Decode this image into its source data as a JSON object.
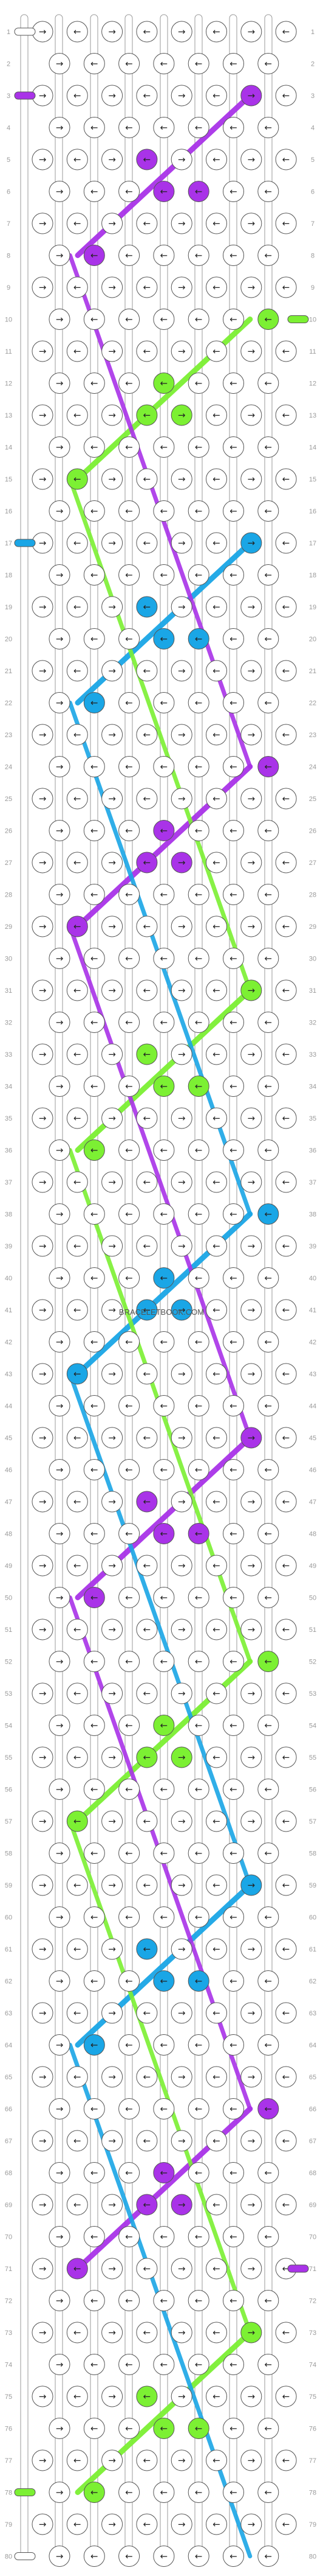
{
  "pattern": {
    "watermark": "BRACELETBOOK.COM",
    "rows": 80,
    "strands": 8,
    "colors": {
      "white": "#ffffff",
      "purple": "#a933e8",
      "green": "#7cf033",
      "blue": "#1aa6e6",
      "outline": "#555555",
      "strand_border": "#999999"
    },
    "start_strands": [
      {
        "row": 1,
        "color": "white"
      },
      {
        "row": 3,
        "color": "purple"
      },
      {
        "row": 10,
        "color": "green"
      },
      {
        "row": 17,
        "color": "blue"
      },
      {
        "row": 71,
        "color": "purple"
      },
      {
        "row": 78,
        "color": "green"
      },
      {
        "row": 80,
        "color": "white"
      }
    ],
    "knots": [
      {
        "row": 3,
        "pos": 7,
        "c": "purple"
      },
      {
        "row": 5,
        "pos": 4,
        "c": "purple"
      },
      {
        "row": 6,
        "pos": 4,
        "c": "purple"
      },
      {
        "row": 6,
        "pos": 5,
        "c": "purple"
      },
      {
        "row": 8,
        "pos": 2,
        "c": "purple"
      },
      {
        "row": 10,
        "pos": 7,
        "c": "green"
      },
      {
        "row": 12,
        "pos": 4,
        "c": "green"
      },
      {
        "row": 13,
        "pos": 4,
        "c": "green"
      },
      {
        "row": 13,
        "pos": 5,
        "c": "green"
      },
      {
        "row": 15,
        "pos": 2,
        "c": "green"
      },
      {
        "row": 17,
        "pos": 7,
        "c": "blue"
      },
      {
        "row": 19,
        "pos": 4,
        "c": "blue"
      },
      {
        "row": 20,
        "pos": 4,
        "c": "blue"
      },
      {
        "row": 20,
        "pos": 5,
        "c": "blue"
      },
      {
        "row": 22,
        "pos": 2,
        "c": "blue"
      },
      {
        "row": 24,
        "pos": 7,
        "c": "purple"
      },
      {
        "row": 26,
        "pos": 4,
        "c": "purple"
      },
      {
        "row": 27,
        "pos": 4,
        "c": "purple"
      },
      {
        "row": 27,
        "pos": 5,
        "c": "purple"
      },
      {
        "row": 29,
        "pos": 2,
        "c": "purple"
      },
      {
        "row": 31,
        "pos": 7,
        "c": "green"
      },
      {
        "row": 33,
        "pos": 4,
        "c": "green"
      },
      {
        "row": 34,
        "pos": 4,
        "c": "green"
      },
      {
        "row": 34,
        "pos": 5,
        "c": "green"
      },
      {
        "row": 36,
        "pos": 2,
        "c": "green"
      },
      {
        "row": 38,
        "pos": 7,
        "c": "blue"
      },
      {
        "row": 40,
        "pos": 4,
        "c": "blue"
      },
      {
        "row": 41,
        "pos": 4,
        "c": "blue"
      },
      {
        "row": 41,
        "pos": 5,
        "c": "blue"
      },
      {
        "row": 43,
        "pos": 2,
        "c": "blue"
      },
      {
        "row": 45,
        "pos": 7,
        "c": "purple"
      },
      {
        "row": 47,
        "pos": 4,
        "c": "purple"
      },
      {
        "row": 48,
        "pos": 4,
        "c": "purple"
      },
      {
        "row": 48,
        "pos": 5,
        "c": "purple"
      },
      {
        "row": 50,
        "pos": 2,
        "c": "purple"
      },
      {
        "row": 52,
        "pos": 7,
        "c": "green"
      },
      {
        "row": 54,
        "pos": 4,
        "c": "green"
      },
      {
        "row": 55,
        "pos": 4,
        "c": "green"
      },
      {
        "row": 55,
        "pos": 5,
        "c": "green"
      },
      {
        "row": 57,
        "pos": 2,
        "c": "green"
      },
      {
        "row": 59,
        "pos": 7,
        "c": "blue"
      },
      {
        "row": 61,
        "pos": 4,
        "c": "blue"
      },
      {
        "row": 62,
        "pos": 4,
        "c": "blue"
      },
      {
        "row": 62,
        "pos": 5,
        "c": "blue"
      },
      {
        "row": 64,
        "pos": 2,
        "c": "blue"
      },
      {
        "row": 66,
        "pos": 7,
        "c": "purple"
      },
      {
        "row": 68,
        "pos": 4,
        "c": "purple"
      },
      {
        "row": 69,
        "pos": 4,
        "c": "purple"
      },
      {
        "row": 69,
        "pos": 5,
        "c": "purple"
      },
      {
        "row": 71,
        "pos": 2,
        "c": "purple"
      },
      {
        "row": 73,
        "pos": 7,
        "c": "green"
      },
      {
        "row": 75,
        "pos": 4,
        "c": "green"
      },
      {
        "row": 76,
        "pos": 4,
        "c": "green"
      },
      {
        "row": 76,
        "pos": 5,
        "c": "green"
      },
      {
        "row": 78,
        "pos": 2,
        "c": "green"
      }
    ],
    "diagonals": [
      {
        "from_row": 3,
        "to_row": 8,
        "c": "purple"
      },
      {
        "from_row": 10,
        "to_row": 15,
        "c": "green"
      },
      {
        "from_row": 17,
        "to_row": 22,
        "c": "blue"
      },
      {
        "from_row": 24,
        "to_row": 29,
        "c": "purple"
      },
      {
        "from_row": 31,
        "to_row": 36,
        "c": "green"
      },
      {
        "from_row": 38,
        "to_row": 43,
        "c": "blue"
      },
      {
        "from_row": 45,
        "to_row": 50,
        "c": "purple"
      },
      {
        "from_row": 52,
        "to_row": 57,
        "c": "green"
      },
      {
        "from_row": 59,
        "to_row": 64,
        "c": "blue"
      },
      {
        "from_row": 66,
        "to_row": 71,
        "c": "purple"
      },
      {
        "from_row": 73,
        "to_row": 78,
        "c": "green"
      }
    ],
    "return_diagonals": [
      {
        "from_row": 8,
        "to_row": 24,
        "c": "purple"
      },
      {
        "from_row": 15,
        "to_row": 31,
        "c": "green"
      },
      {
        "from_row": 22,
        "to_row": 38,
        "c": "blue"
      },
      {
        "from_row": 29,
        "to_row": 45,
        "c": "purple"
      },
      {
        "from_row": 36,
        "to_row": 52,
        "c": "green"
      },
      {
        "from_row": 43,
        "to_row": 59,
        "c": "blue"
      },
      {
        "from_row": 50,
        "to_row": 66,
        "c": "purple"
      },
      {
        "from_row": 57,
        "to_row": 73,
        "c": "green"
      },
      {
        "from_row": 64,
        "to_row": 80,
        "c": "blue"
      }
    ],
    "arrows": {
      "right_glyph": "→",
      "left_glyph": "←",
      "right_cols_odd_rows": [
        1,
        3,
        5,
        7
      ],
      "right_cols_even_rows": [
        1
      ],
      "note_right_cols": []
    }
  }
}
